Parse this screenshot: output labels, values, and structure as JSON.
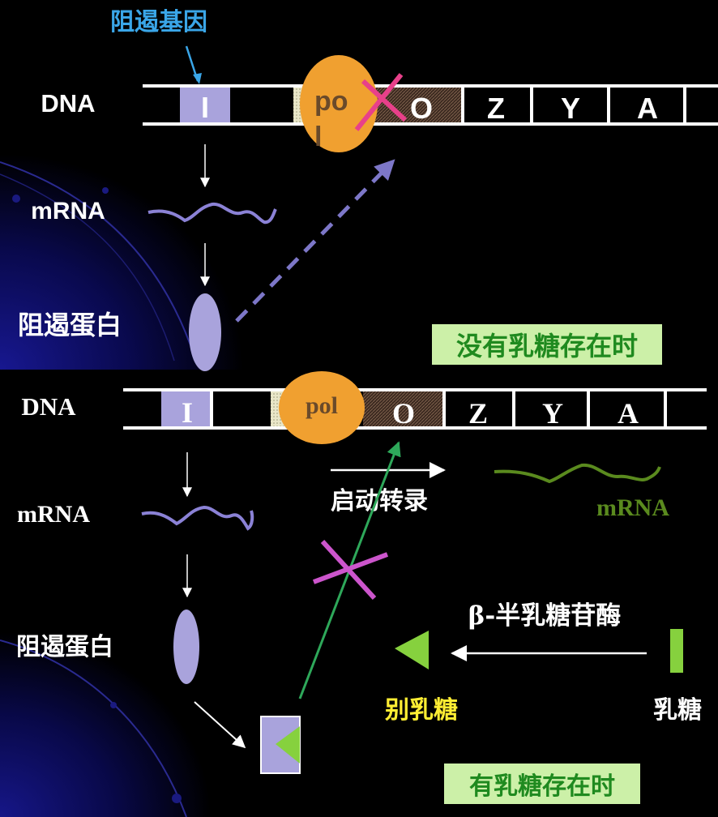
{
  "top": {
    "repressor_gene_label": "阻遏基因",
    "dna_label": "DNA",
    "mrna_label": "mRNA",
    "repressor_protein_label": "阻遏蛋白",
    "gene_i": "I",
    "pol_label": "po\nl",
    "gene_o": "O",
    "gene_z": "Z",
    "gene_y": "Y",
    "gene_a": "A",
    "condition_label": "没有乳糖存在时"
  },
  "bottom": {
    "dna_label": "DNA",
    "mrna_label": "mRNA",
    "repressor_protein_label": "阻遏蛋白",
    "gene_i": "I",
    "pol_label": "pol",
    "gene_o": "O",
    "gene_z": "Z",
    "gene_y": "Y",
    "gene_a": "A",
    "transcription_label": "启动转录",
    "product_mrna_label": "mRNA",
    "enzyme_label": "β-半乳糖苷酶",
    "allolactose_label": "别乳糖",
    "lactose_label": "乳糖",
    "condition_label": "有乳糖存在时"
  },
  "colors": {
    "background": "#000000",
    "gene_i_fill": "#a9a3dc",
    "repressor_fill": "#a9a3dc",
    "polymerase_fill": "#f0a030",
    "operator_fill": "#3c2a20",
    "condition_box": "#ccf0a8",
    "condition_text": "#1f8a1f",
    "inducer_green": "#86d13e",
    "product_mrna": "#5a8a1e",
    "allolactose_text": "#ffee33",
    "cross_top": "#e8408a",
    "cross_bottom": "#cc55cc",
    "blocked_arrow": "#2ea85a",
    "repressor_gene_text": "#3aa6e8"
  }
}
